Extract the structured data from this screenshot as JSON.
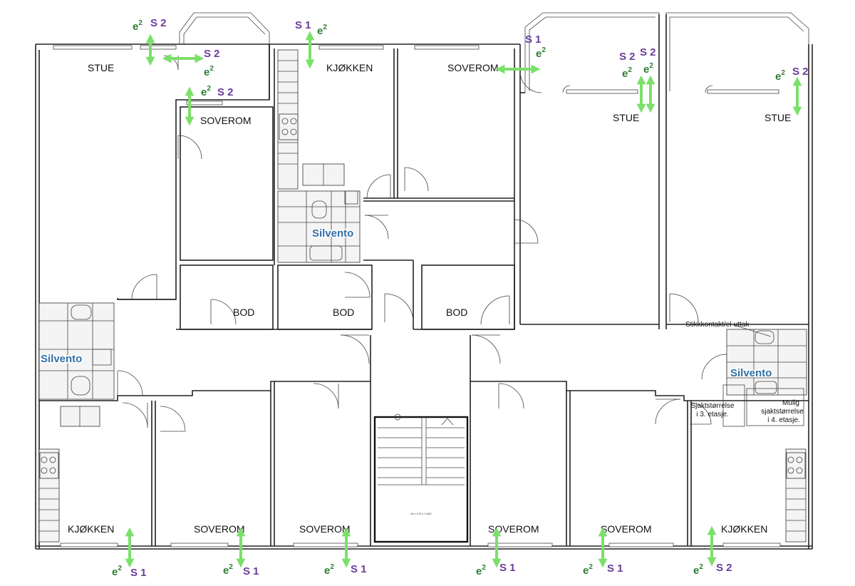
{
  "plan": {
    "rooms": {
      "stue_1": "STUE",
      "soverom_1": "SOVEROM",
      "kjokken_1": "KJØKKEN",
      "soverom_2": "SOVEROM",
      "stue_2": "STUE",
      "stue_3": "STUE",
      "bod_1": "BOD",
      "bod_2": "BOD",
      "bod_3": "BOD",
      "kjokken_2": "KJØKKEN",
      "soverom_3": "SOVEROM",
      "soverom_4": "SOVEROM",
      "soverom_5": "SOVEROM",
      "soverom_6": "SOVEROM",
      "kjokken_3": "KJØKKEN"
    },
    "silvento": {
      "top": "Silvento",
      "left": "Silvento",
      "right": "Silvento"
    },
    "notes": {
      "stikk": "Stikkkontakt/el-uttak",
      "sjakt3_line1": "Sjaktstørrelse",
      "sjakt3_line2": "i 3. etasje.",
      "sjakt4_line1": "Mulig",
      "sjakt4_line2": "sjaktstørrelse",
      "sjakt4_line3": "i 4. etasje.",
      "stair": "W x 175 x 2.000"
    },
    "markers": {
      "m1": {
        "s": "S 2",
        "e": "e",
        "sup": "2"
      },
      "m2": {
        "s": "S 2",
        "e": "e",
        "sup": "2"
      },
      "m3": {
        "s": "S 2",
        "e": "e",
        "sup": "2"
      },
      "m4": {
        "s": "S 1",
        "e": "e",
        "sup": "2"
      },
      "m5": {
        "s": "S 1",
        "e": "e",
        "sup": "2"
      },
      "m6": {
        "s": "S 2",
        "e": "e",
        "sup": "2"
      },
      "m7": {
        "s": "S 2",
        "e": "e",
        "sup": "2"
      },
      "m8": {
        "s": "S 2",
        "e": "e",
        "sup": "2"
      },
      "b1": {
        "s": "S 1",
        "e": "e",
        "sup": "2"
      },
      "b2": {
        "s": "S 1",
        "e": "e",
        "sup": "2"
      },
      "b3": {
        "s": "S 1",
        "e": "e",
        "sup": "2"
      },
      "b4": {
        "s": "S 1",
        "e": "e",
        "sup": "2"
      },
      "b5": {
        "s": "S 1",
        "e": "e",
        "sup": "2"
      },
      "b6": {
        "s": "S 2",
        "e": "e",
        "sup": "2"
      }
    },
    "colors": {
      "arrow": "#7be06a",
      "s_label": "#6a3d9a",
      "e_label": "#2e7d32",
      "silvento": "#2f6fa5"
    }
  }
}
